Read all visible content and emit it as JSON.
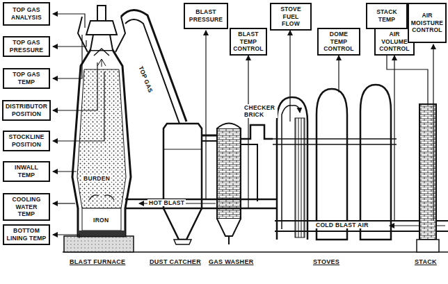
{
  "diagram": {
    "nodes": [
      {
        "text": [
          "TOP GAS ANALYSIS"
        ]
      },
      {
        "text": [
          "TOP GAS PRESSURE"
        ]
      },
      {
        "text": [
          "TOP GAS TEMP"
        ]
      },
      {
        "text": [
          "DISTRIBUTOR POSITION"
        ]
      },
      {
        "text": [
          "STOCKLINE POSITION"
        ]
      },
      {
        "text": [
          "INWALL TEMP"
        ]
      },
      {
        "text": [
          "COOLING WATER TEMP"
        ]
      },
      {
        "text": [
          "BOTTOM LINING TEMP"
        ]
      },
      {
        "text": [
          "BLAST PRESSURE"
        ]
      },
      {
        "text": [
          "BLAST TEMP CONTROL"
        ]
      },
      {
        "text": [
          "STOVE FUEL FLOW"
        ]
      },
      {
        "text": [
          "DOME TEMP CONTROL"
        ]
      },
      {
        "text": [
          "STACK TEMP"
        ]
      },
      {
        "text": [
          "AIR VOLUME CONTROL"
        ]
      },
      {
        "text": [
          "AIR MOISTURE CONTROL"
        ]
      }
    ],
    "labels": [
      "TOP GAS",
      "HOT BLAST",
      "CHECKER BRICK",
      "BURDEN",
      "IRON",
      "COLD BLAST AIR",
      "BLAST FURNACE",
      "DUST CATCHER",
      "GAS WASHER",
      "STOVES",
      "STACK"
    ]
  }
}
